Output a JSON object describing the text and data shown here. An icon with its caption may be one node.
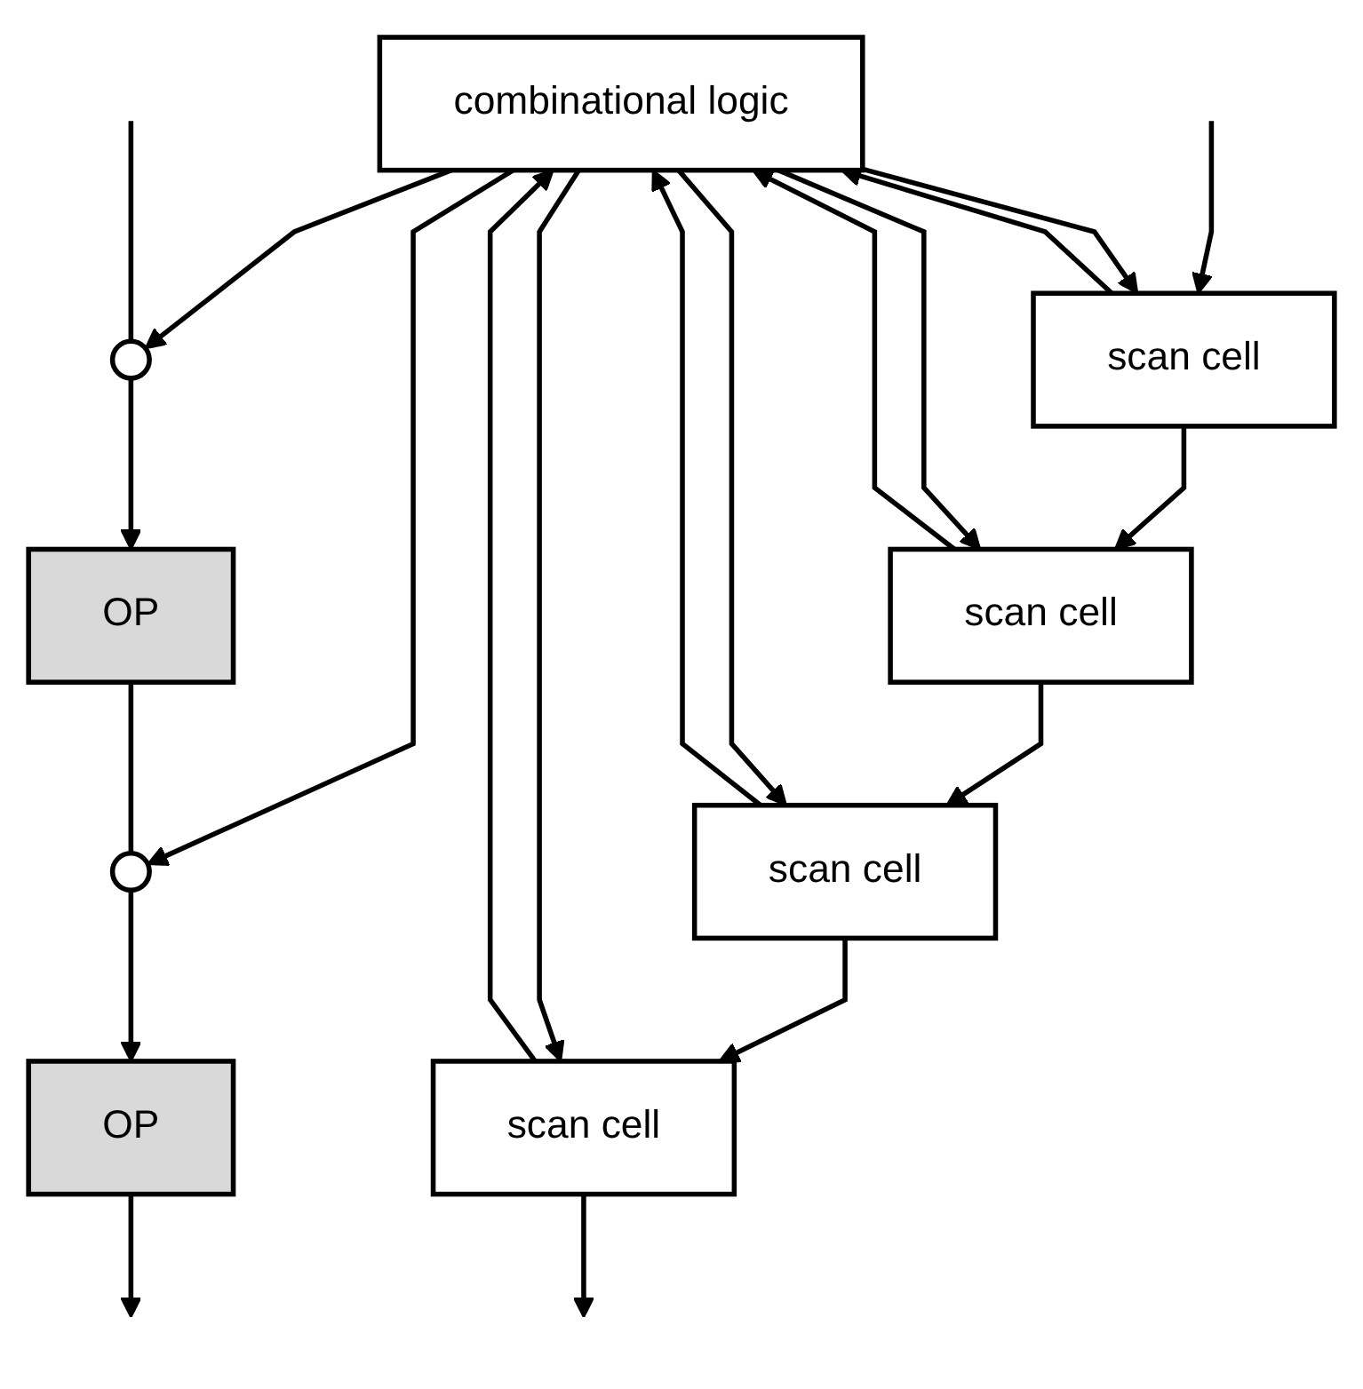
{
  "diagram": {
    "nodes": [
      {
        "text": [
          "combinational logic"
        ]
      },
      {
        "text": [
          "scan cell"
        ]
      },
      {
        "text": [
          "scan cell"
        ]
      },
      {
        "text": [
          "scan cell"
        ]
      },
      {
        "text": [
          "scan cell"
        ]
      },
      {
        "text": [],
        "shape": "circle"
      },
      {
        "text": [
          "OP"
        ]
      },
      {
        "text": [],
        "shape": "circle"
      },
      {
        "text": [
          "OP"
        ]
      }
    ],
    "edges": [
      {
        "from": null,
        "to": 1,
        "arrow": "to"
      },
      {
        "from": 1,
        "to": 2,
        "arrow": "to"
      },
      {
        "from": 2,
        "to": 3,
        "arrow": "to"
      },
      {
        "from": 3,
        "to": 4,
        "arrow": "to"
      },
      {
        "from": 4,
        "to": null,
        "arrow": "to"
      },
      {
        "from": 0,
        "to": 5,
        "arrow": "to"
      },
      {
        "from": 0,
        "to": 4,
        "arrow": "to"
      },
      {
        "from": 0,
        "to": 3,
        "arrow": "to"
      },
      {
        "from": 0,
        "to": 2,
        "arrow": "to"
      },
      {
        "from": 0,
        "to": 7,
        "arrow": "to"
      },
      {
        "from": 0,
        "to": 1,
        "arrow": "to"
      },
      {
        "from": 1,
        "to": 0,
        "arrow": "to"
      },
      {
        "from": 2,
        "to": 0,
        "arrow": "to"
      },
      {
        "from": 3,
        "to": 0,
        "arrow": "to"
      },
      {
        "from": 4,
        "to": 0,
        "arrow": "to"
      },
      {
        "from": null,
        "to": 5,
        "arrow": "none"
      },
      {
        "from": 5,
        "to": 6,
        "arrow": "to"
      },
      {
        "from": 6,
        "to": 7,
        "arrow": "none"
      },
      {
        "from": 7,
        "to": 8,
        "arrow": "to"
      },
      {
        "from": 8,
        "to": null,
        "arrow": "to"
      }
    ]
  }
}
